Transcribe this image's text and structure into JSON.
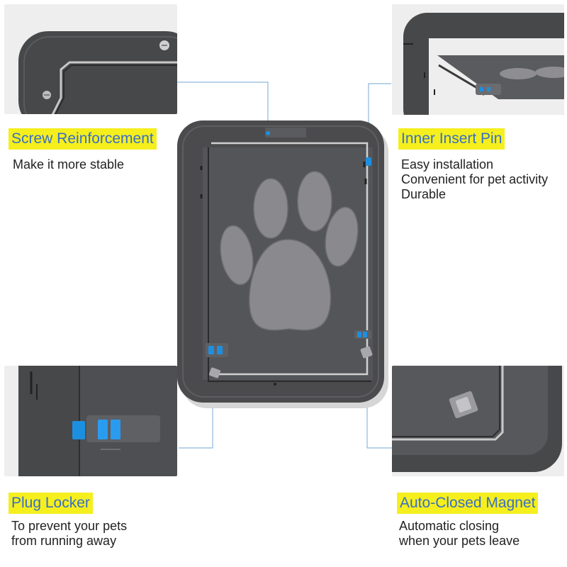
{
  "features": [
    {
      "title": "Screw Reinforcement",
      "lines": [
        "Make it more stable"
      ]
    },
    {
      "title": "Inner Insert Pin",
      "lines": [
        "Easy installation",
        "Convenient for pet activity",
        "Durable"
      ]
    },
    {
      "title": "Plug Locker",
      "lines": [
        "To prevent your pets",
        "from running away"
      ]
    },
    {
      "title": "Auto-Closed Magnet",
      "lines": [
        "Automatic closing",
        "when your pets leave"
      ]
    }
  ],
  "colors": {
    "label_background": "#f5ef1e",
    "label_text": "#3a6fc4",
    "door_frame": "#4b4b4d",
    "mesh": "#8a8a8e",
    "locker_blue": "#1d8fe0",
    "connector_line": "#8fb6dc"
  },
  "icons": {
    "center_illustration": "paw-print-pet-door"
  }
}
